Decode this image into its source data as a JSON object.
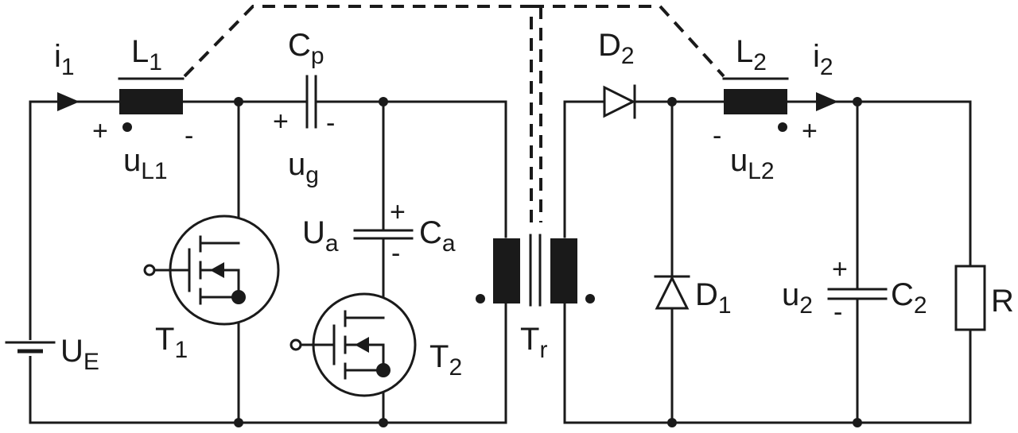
{
  "labels": {
    "i1": {
      "main": "i",
      "sub": "1"
    },
    "L1": {
      "main": "L",
      "sub": "1"
    },
    "uL1": {
      "main": "u",
      "sub": "L1"
    },
    "Cp": {
      "main": "C",
      "sub": "p"
    },
    "ug": {
      "main": "u",
      "sub": "g"
    },
    "Ua": {
      "main": "U",
      "sub": "a"
    },
    "Ca": {
      "main": "C",
      "sub": "a"
    },
    "T1": {
      "main": "T",
      "sub": "1"
    },
    "T2": {
      "main": "T",
      "sub": "2"
    },
    "UE": {
      "main": "U",
      "sub": "E"
    },
    "Tr": {
      "main": "T",
      "sub": "r"
    },
    "D2": {
      "main": "D",
      "sub": "2"
    },
    "L2": {
      "main": "L",
      "sub": "2"
    },
    "i2": {
      "main": "i",
      "sub": "2"
    },
    "uL2": {
      "main": "u",
      "sub": "L2"
    },
    "D1": {
      "main": "D",
      "sub": "1"
    },
    "u2": {
      "main": "u",
      "sub": "2"
    },
    "C2": {
      "main": "C",
      "sub": "2"
    },
    "R": {
      "main": "R"
    }
  },
  "signs": {
    "uL1_plus": "+",
    "uL1_minus": "-",
    "ug_plus": "+",
    "ug_minus": "-",
    "Ua_plus": "+",
    "Ua_minus": "-",
    "uL2_minus": "-",
    "uL2_plus": "+",
    "u2_plus": "+",
    "u2_minus": "-"
  },
  "colors": {
    "ink": "#1a1a1a",
    "background": "#ffffff"
  }
}
